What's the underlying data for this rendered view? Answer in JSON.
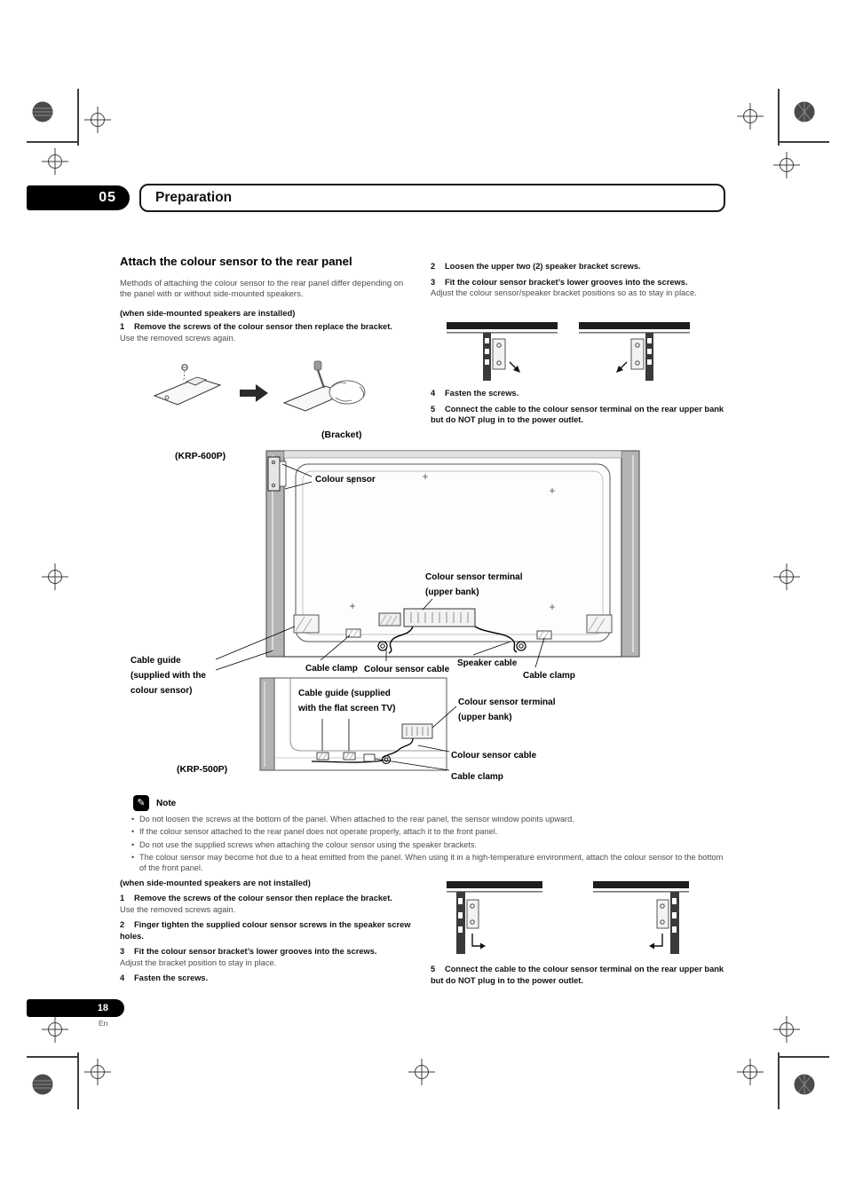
{
  "header": {
    "section_number": "05",
    "section_title": "Preparation"
  },
  "left": {
    "heading": "Attach the colour sensor to the rear panel",
    "intro": "Methods of attaching the colour sensor to the rear panel differ depending on the panel with or without side-mounted speakers.",
    "installed_heading": "(when side-mounted speakers are installed)",
    "step1": {
      "num": "1",
      "bold": "Remove the screws of the colour sensor then replace the bracket.",
      "note": "Use the removed screws again."
    },
    "bracket_caption": "(Bracket)",
    "krp600_caption": "(KRP-600P)",
    "krp500_caption": "(KRP-500P)",
    "diagram600": {
      "colour_sensor": "Colour sensor",
      "terminal": "Colour sensor terminal (upper bank)",
      "cable_guide": "Cable guide (supplied with the colour sensor)",
      "cable_clamp_a": "Cable clamp",
      "colour_sensor_cable": "Colour sensor cable",
      "speaker_cable": "Speaker cable",
      "cable_clamp_b": "Cable clamp"
    },
    "diagram500": {
      "cable_guide": "Cable guide (supplied with the flat screen TV)",
      "terminal": "Colour sensor terminal (upper bank)",
      "colour_sensor_cable": "Colour sensor cable",
      "cable_clamp": "Cable clamp"
    },
    "note": {
      "title": "Note",
      "bullets": [
        "Do not loosen the screws at the bottom of the panel. When attached to the rear panel, the sensor window points upward.",
        "If the colour sensor attached to the rear panel does not operate properly, attach it to the front panel.",
        "Do not use the supplied screws when attaching the colour sensor using the speaker brackets.",
        "The colour sensor may become hot due to a heat emitted from the panel. When using it in a high-temperature environment, attach the colour sensor to the bottom of the front panel."
      ]
    },
    "not_installed": {
      "heading": "(when side-mounted speakers are not installed)",
      "steps": [
        {
          "num": "1",
          "bold": "Remove the screws of the colour sensor then replace the bracket.",
          "note": "Use the removed screws again."
        },
        {
          "num": "2",
          "bold": "Finger tighten the supplied colour sensor screws in the speaker screw holes."
        },
        {
          "num": "3",
          "bold": "Fit the colour sensor bracket’s lower grooves into the screws.",
          "note": "Adjust the bracket position to stay in place."
        },
        {
          "num": "4",
          "bold": "Fasten the screws."
        }
      ]
    }
  },
  "right": {
    "steps_top": [
      {
        "num": "2",
        "bold": "Loosen the upper two (2) speaker bracket screws."
      },
      {
        "num": "3",
        "bold": "Fit the colour sensor bracket’s lower grooves into the screws.",
        "note": "Adjust the colour sensor/speaker bracket positions so as to stay in place."
      }
    ],
    "steps_mid": [
      {
        "num": "4",
        "bold": "Fasten the screws."
      },
      {
        "num": "5",
        "bold": "Connect the cable to the colour sensor terminal on the rear upper bank but do NOT plug in to the power outlet."
      }
    ],
    "step_bottom": {
      "num": "5",
      "bold": "Connect the cable to the colour sensor terminal on the rear upper bank but do NOT plug in to the power outlet."
    }
  },
  "footer": {
    "page_number": "18",
    "lang": "En"
  }
}
